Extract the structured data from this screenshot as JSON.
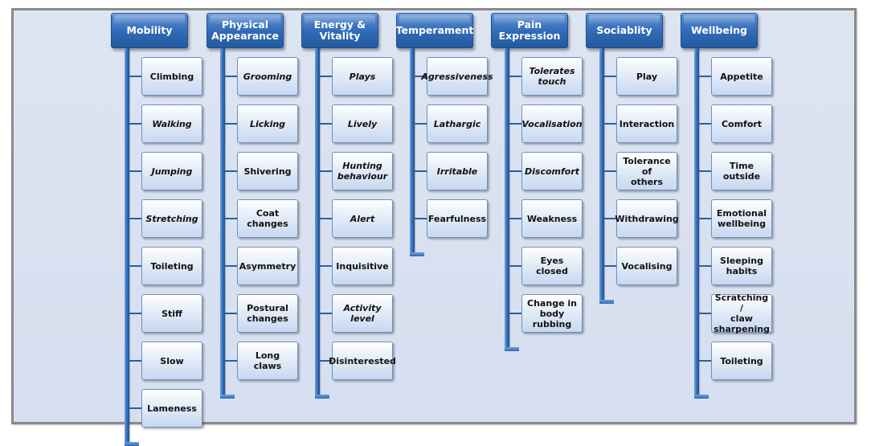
{
  "columns": [
    {
      "header": "Mobility",
      "items": [
        {
          "label": "Climbing",
          "italic": false
        },
        {
          "label": "Walking",
          "italic": true
        },
        {
          "label": "Jumping",
          "italic": true
        },
        {
          "label": "Stretching",
          "italic": true
        },
        {
          "label": "Toileting",
          "italic": false
        },
        {
          "label": "Stiff",
          "italic": false
        },
        {
          "label": "Slow",
          "italic": false
        },
        {
          "label": "Lameness",
          "italic": false
        }
      ]
    },
    {
      "header": "Physical\nAppearance",
      "items": [
        {
          "label": "Grooming",
          "italic": true
        },
        {
          "label": "Licking",
          "italic": true
        },
        {
          "label": "Shivering",
          "italic": false
        },
        {
          "label": "Coat changes",
          "italic": false
        },
        {
          "label": "Asymmetry",
          "italic": false
        },
        {
          "label": "Postural\nchanges",
          "italic": false
        },
        {
          "label": "Long claws",
          "italic": false
        }
      ]
    },
    {
      "header": "Energy &\nVitality",
      "items": [
        {
          "label": "Plays",
          "italic": true
        },
        {
          "label": "Lively",
          "italic": true
        },
        {
          "label": "Hunting\nbehaviour",
          "italic": true
        },
        {
          "label": "Alert",
          "italic": true
        },
        {
          "label": "Inquisitive",
          "italic": false
        },
        {
          "label": "Activity level",
          "italic": true
        },
        {
          "label": "Disinterested",
          "italic": false
        }
      ]
    },
    {
      "header": "Temperament",
      "items": [
        {
          "label": "Agressiveness",
          "italic": true
        },
        {
          "label": "Lathargic",
          "italic": true
        },
        {
          "label": "Irritable",
          "italic": true
        },
        {
          "label": "Fearfulness",
          "italic": false
        }
      ]
    },
    {
      "header": "Pain\nExpression",
      "items": [
        {
          "label": "Tolerates\ntouch",
          "italic": true
        },
        {
          "label": "Vocalisation",
          "italic": true
        },
        {
          "label": "Discomfort",
          "italic": true
        },
        {
          "label": "Weakness",
          "italic": false
        },
        {
          "label": "Eyes closed",
          "italic": false
        },
        {
          "label": "Change in\nbody rubbing",
          "italic": false
        }
      ]
    },
    {
      "header": "Sociablity",
      "items": [
        {
          "label": "Play",
          "italic": false
        },
        {
          "label": "Interaction",
          "italic": false
        },
        {
          "label": "Tolerance of\nothers",
          "italic": false
        },
        {
          "label": "Withdrawing",
          "italic": false
        },
        {
          "label": "Vocalising",
          "italic": false
        }
      ]
    },
    {
      "header": "Wellbeing",
      "items": [
        {
          "label": "Appetite",
          "italic": false
        },
        {
          "label": "Comfort",
          "italic": false
        },
        {
          "label": "Time outside",
          "italic": false
        },
        {
          "label": "Emotional\nwellbeing",
          "italic": false
        },
        {
          "label": "Sleeping\nhabits",
          "italic": false
        },
        {
          "label": "Scratching /\nclaw\nsharpening",
          "italic": false
        },
        {
          "label": "Toileting",
          "italic": false
        }
      ]
    }
  ],
  "colors": {
    "header_top": "#5b8fd3",
    "header_bottom": "#245a9e",
    "item_top": "#ffffff",
    "item_bottom": "#c7d8f0",
    "background": "#dde4f2"
  }
}
